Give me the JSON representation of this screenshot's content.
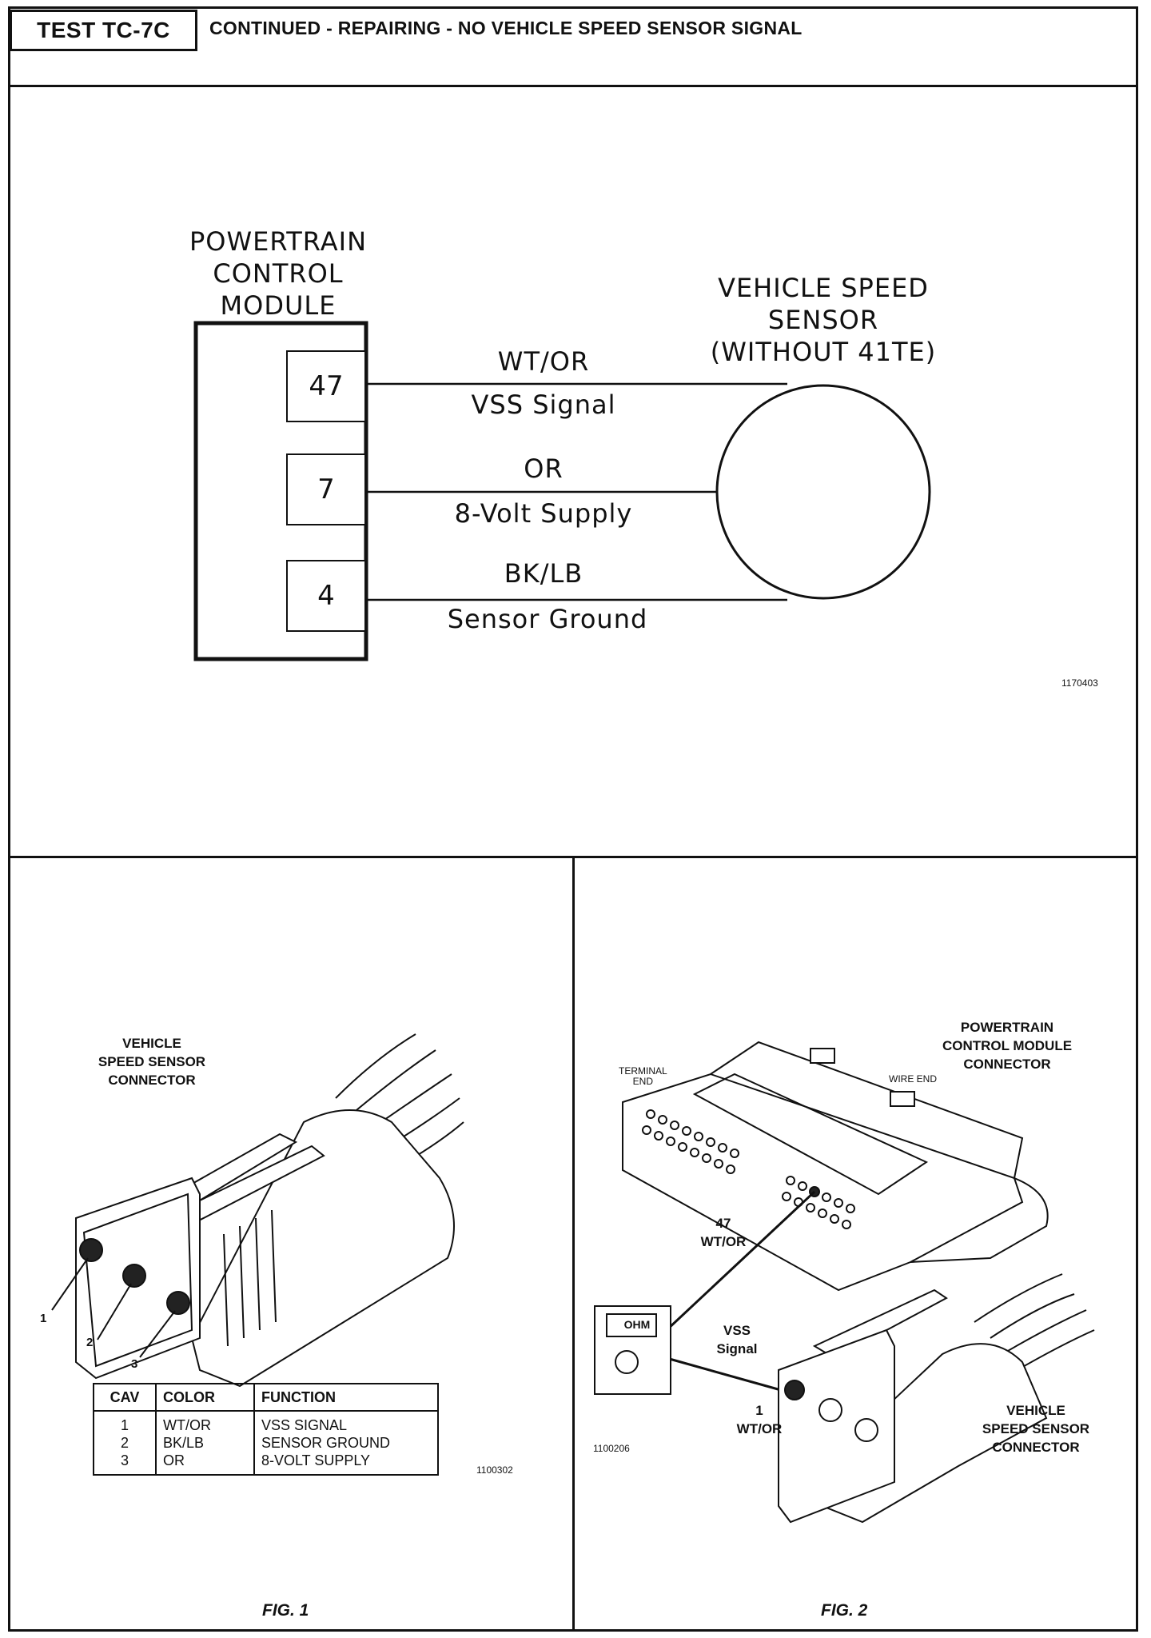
{
  "header": {
    "test_id": "TEST TC-7C",
    "title": "CONTINUED - REPAIRING - NO VEHICLE SPEED SENSOR SIGNAL"
  },
  "schematic": {
    "pcm_label": [
      "POWERTRAIN",
      "CONTROL",
      "MODULE"
    ],
    "sensor_label": [
      "VEHICLE SPEED",
      "SENSOR",
      "(WITHOUT 41TE)"
    ],
    "pins": [
      {
        "pin": "47",
        "wire_color": "WT/OR",
        "circuit": "VSS Signal"
      },
      {
        "pin": "7",
        "wire_color": "OR",
        "circuit": "8-Volt Supply"
      },
      {
        "pin": "4",
        "wire_color": "BK/LB",
        "circuit": "Sensor Ground"
      }
    ],
    "figure_id": "1170403"
  },
  "fig1": {
    "connector_label": [
      "VEHICLE",
      "SPEED SENSOR",
      "CONNECTOR"
    ],
    "cavity_callouts": [
      "1",
      "2",
      "3"
    ],
    "table": {
      "headers": [
        "CAV",
        "COLOR",
        "FUNCTION"
      ],
      "rows": [
        [
          "1",
          "WT/OR",
          "VSS SIGNAL"
        ],
        [
          "2",
          "BK/LB",
          "SENSOR GROUND"
        ],
        [
          "3",
          "OR",
          "8-VOLT SUPPLY"
        ]
      ]
    },
    "figure_id": "1100302",
    "caption": "FIG. 1"
  },
  "fig2": {
    "pcm_connector_label": [
      "POWERTRAIN",
      "CONTROL MODULE",
      "CONNECTOR"
    ],
    "terminal_end": [
      "TERMINAL",
      "END"
    ],
    "wire_end": "WIRE END",
    "pin47_label": [
      "47",
      "WT/OR"
    ],
    "vss_label": [
      "VSS",
      "Signal"
    ],
    "meter_display": "OHM",
    "pin1_label": [
      "1",
      "WT/OR"
    ],
    "sensor_connector_label": [
      "VEHICLE",
      "SPEED SENSOR",
      "CONNECTOR"
    ],
    "figure_id": "1100206",
    "caption": "FIG. 2"
  }
}
